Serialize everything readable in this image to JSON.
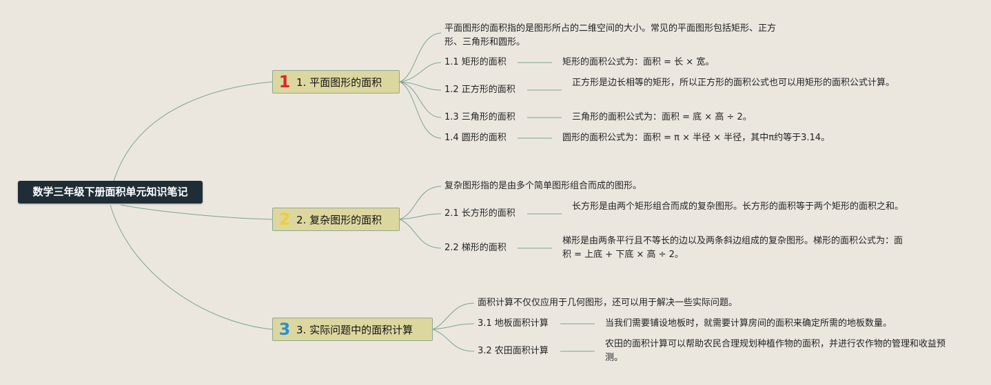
{
  "root": {
    "title": "数学三年级下册面积单元知识笔记"
  },
  "topics": [
    {
      "num": "1",
      "label": "1. 平面图形的面积",
      "intro": "平面图形的面积指的是图形所占的二维空间的大小。常见的平面图形包括矩形、正方形、三角形和圆形。",
      "children": [
        {
          "label": "1.1 矩形的面积",
          "detail": "矩形的面积公式为：面积 = 长 × 宽。"
        },
        {
          "label": "1.2 正方形的面积",
          "detail": "正方形是边长相等的矩形，所以正方形的面积公式也可以用矩形的面积公式计算。"
        },
        {
          "label": "1.3 三角形的面积",
          "detail": "三角形的面积公式为：面积 = 底 × 高 ÷ 2。"
        },
        {
          "label": "1.4 圆形的面积",
          "detail": "圆形的面积公式为：面积 = π × 半径 × 半径，其中π约等于3.14。"
        }
      ]
    },
    {
      "num": "2",
      "label": "2. 复杂图形的面积",
      "intro": "复杂图形指的是由多个简单图形组合而成的图形。",
      "children": [
        {
          "label": "2.1 长方形的面积",
          "detail": "长方形是由两个矩形组合而成的复杂图形。长方形的面积等于两个矩形的面积之和。"
        },
        {
          "label": "2.2 梯形的面积",
          "detail": "梯形是由两条平行且不等长的边以及两条斜边组成的复杂图形。梯形的面积公式为：面积 = 上底 + 下底 × 高 ÷ 2。"
        }
      ]
    },
    {
      "num": "3",
      "label": "3. 实际问题中的面积计算",
      "intro": "面积计算不仅仅应用于几何图形，还可以用于解决一些实际问题。",
      "children": [
        {
          "label": "3.1 地板面积计算",
          "detail": "当我们需要铺设地板时，就需要计算房间的面积来确定所需的地板数量。"
        },
        {
          "label": "3.2 农田面积计算",
          "detail": "农田的面积计算可以帮助农民合理规划种植作物的面积，并进行农作物的管理和收益预测。"
        }
      ]
    }
  ],
  "colors": {
    "background": "#ebe7df",
    "line": "#7da38c",
    "root_bg": "#1f2e36",
    "topic_bg": "#dcd79f"
  }
}
